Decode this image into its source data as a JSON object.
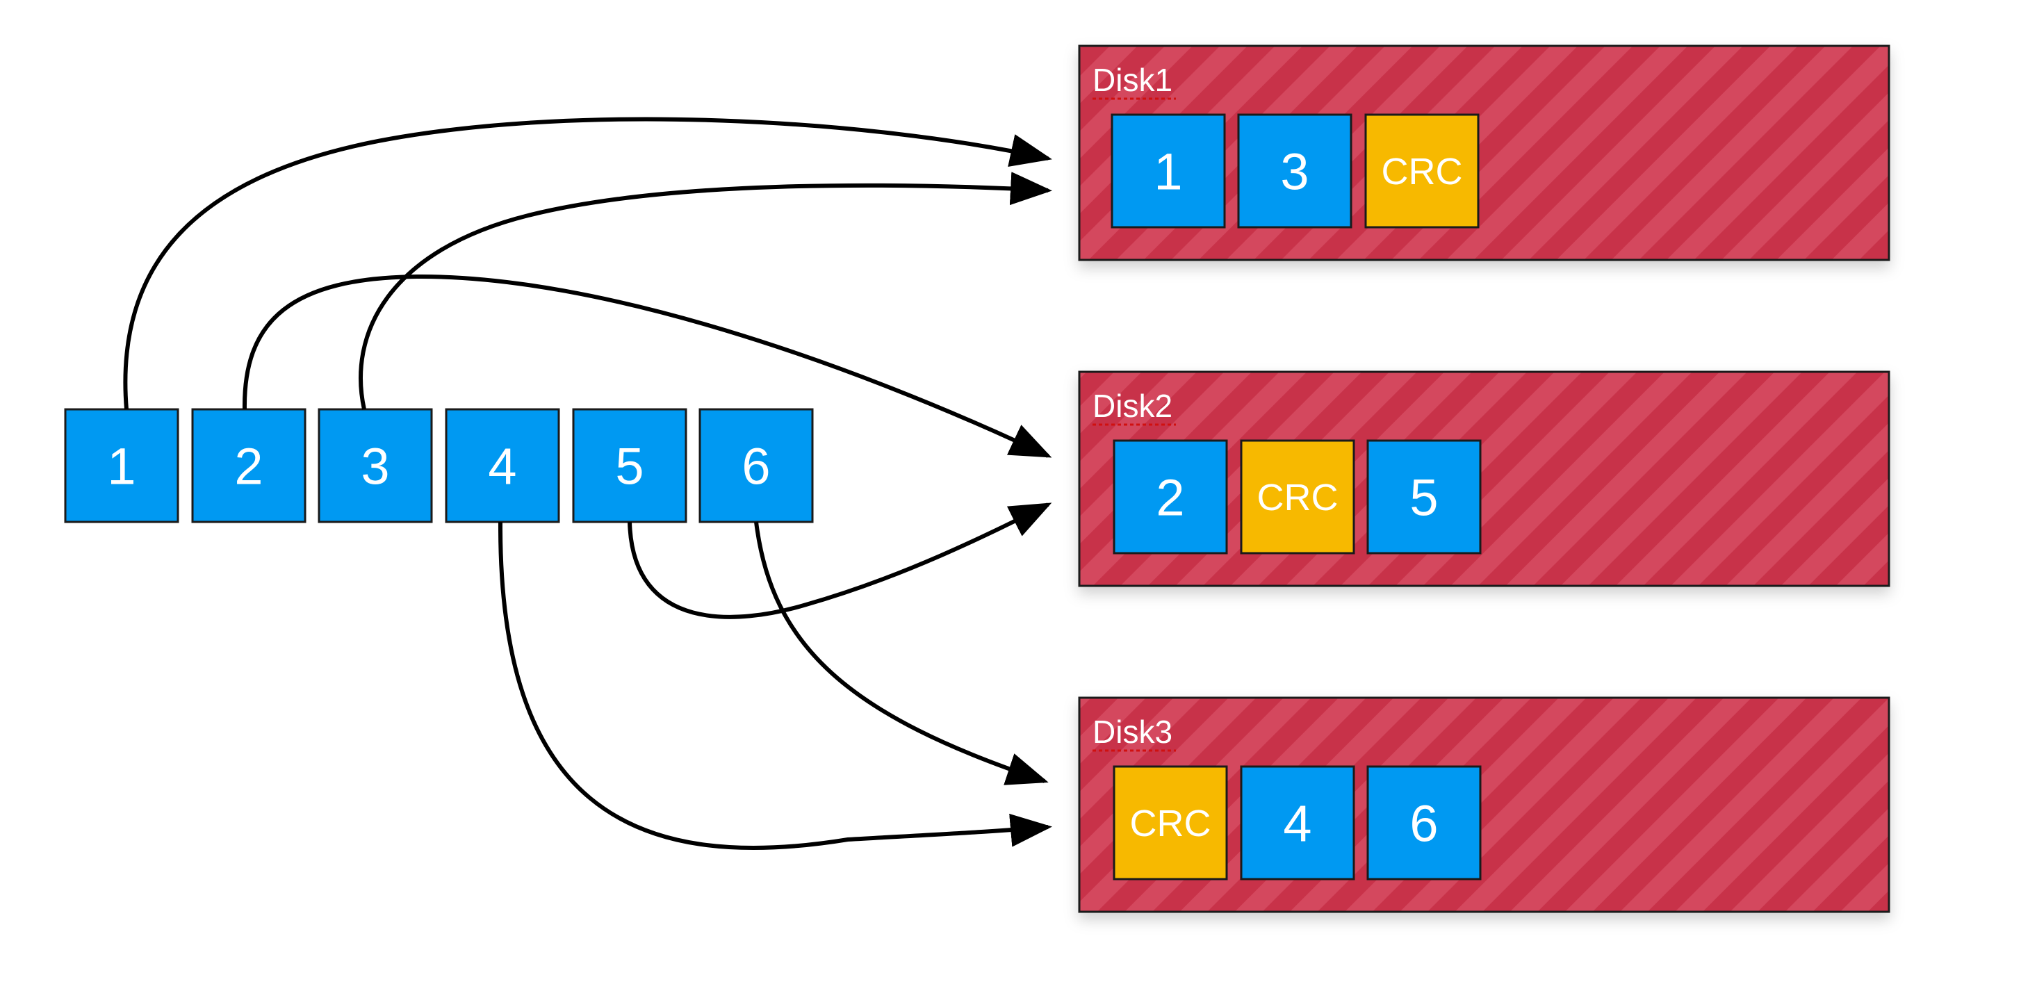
{
  "colors": {
    "data_block": "#0099f2",
    "crc_block": "#f7b900",
    "disk_fill": "#c8324a",
    "disk_stripe": "#d4485e",
    "outline": "#1a1a1a",
    "arrow": "#000000"
  },
  "source_blocks": [
    {
      "label": "1"
    },
    {
      "label": "2"
    },
    {
      "label": "3"
    },
    {
      "label": "4"
    },
    {
      "label": "5"
    },
    {
      "label": "6"
    }
  ],
  "disks": [
    {
      "name": "Disk1",
      "blocks": [
        {
          "label": "1",
          "kind": "data"
        },
        {
          "label": "3",
          "kind": "data"
        },
        {
          "label": "CRC",
          "kind": "crc"
        }
      ]
    },
    {
      "name": "Disk2",
      "blocks": [
        {
          "label": "2",
          "kind": "data"
        },
        {
          "label": "CRC",
          "kind": "crc"
        },
        {
          "label": "5",
          "kind": "data"
        }
      ]
    },
    {
      "name": "Disk3",
      "blocks": [
        {
          "label": "CRC",
          "kind": "crc"
        },
        {
          "label": "4",
          "kind": "data"
        },
        {
          "label": "6",
          "kind": "data"
        }
      ]
    }
  ],
  "connections": [
    {
      "from": "1",
      "to_disk": "Disk1"
    },
    {
      "from": "3",
      "to_disk": "Disk1"
    },
    {
      "from": "2",
      "to_disk": "Disk2"
    },
    {
      "from": "5",
      "to_disk": "Disk2"
    },
    {
      "from": "6",
      "to_disk": "Disk3"
    },
    {
      "from": "4",
      "to_disk": "Disk3"
    }
  ]
}
